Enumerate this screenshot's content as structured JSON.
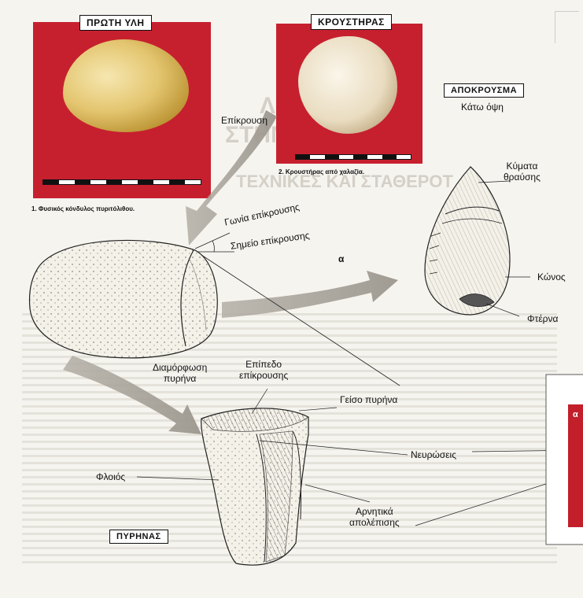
{
  "photos": {
    "raw": {
      "title": "ΠΡΩΤΗ ΥΛΗ",
      "caption": "1. Φυσικός κόνδυλος πυριτόλιθου."
    },
    "hammer": {
      "title": "ΚΡΟΥΣΤΗΡΑΣ",
      "caption": "2. Κρουστήρας από χαλαζία."
    }
  },
  "flake": {
    "title": "ΑΠΟΚΡΟΥΣΜΑ",
    "subtitle": "Κάτω όψη"
  },
  "core": {
    "title": "ΠΥΡΗΝΑΣ"
  },
  "labels": {
    "strike": "Επίκρουση",
    "angle": "Γωνία επίκρουσης",
    "point": "Σημείο επίκρουσης",
    "alpha": "α",
    "waves_1": "Κύματα",
    "waves_2": "θραύσης",
    "cone": "Κώνος",
    "heel": "Φτέρνα",
    "shaping_1": "Διαμόρφωση",
    "shaping_2": "πυρήνα",
    "platform_1": "Επίπεδο",
    "platform_2": "επίκρουσης",
    "lip": "Γείσο πυρήνα",
    "ribs": "Νευρώσεις",
    "cortex": "Φλοιός",
    "negatives_1": "Αρνητικά",
    "negatives_2": "απολέπισης",
    "edge_alpha": "α"
  },
  "background_text": {
    "line1": "Λ Ι Θ Ο",
    "line2": "ΣΤΗΝ Π",
    "line3": "ΤΕΧΝΙΚΕΣ ΚΑΙ ΣΤΑΘΕΡΟΤ"
  },
  "colors": {
    "photo_red": "#c6202f",
    "arrow_grey": "#a9a59c",
    "edge_red": "#c21f2b"
  }
}
